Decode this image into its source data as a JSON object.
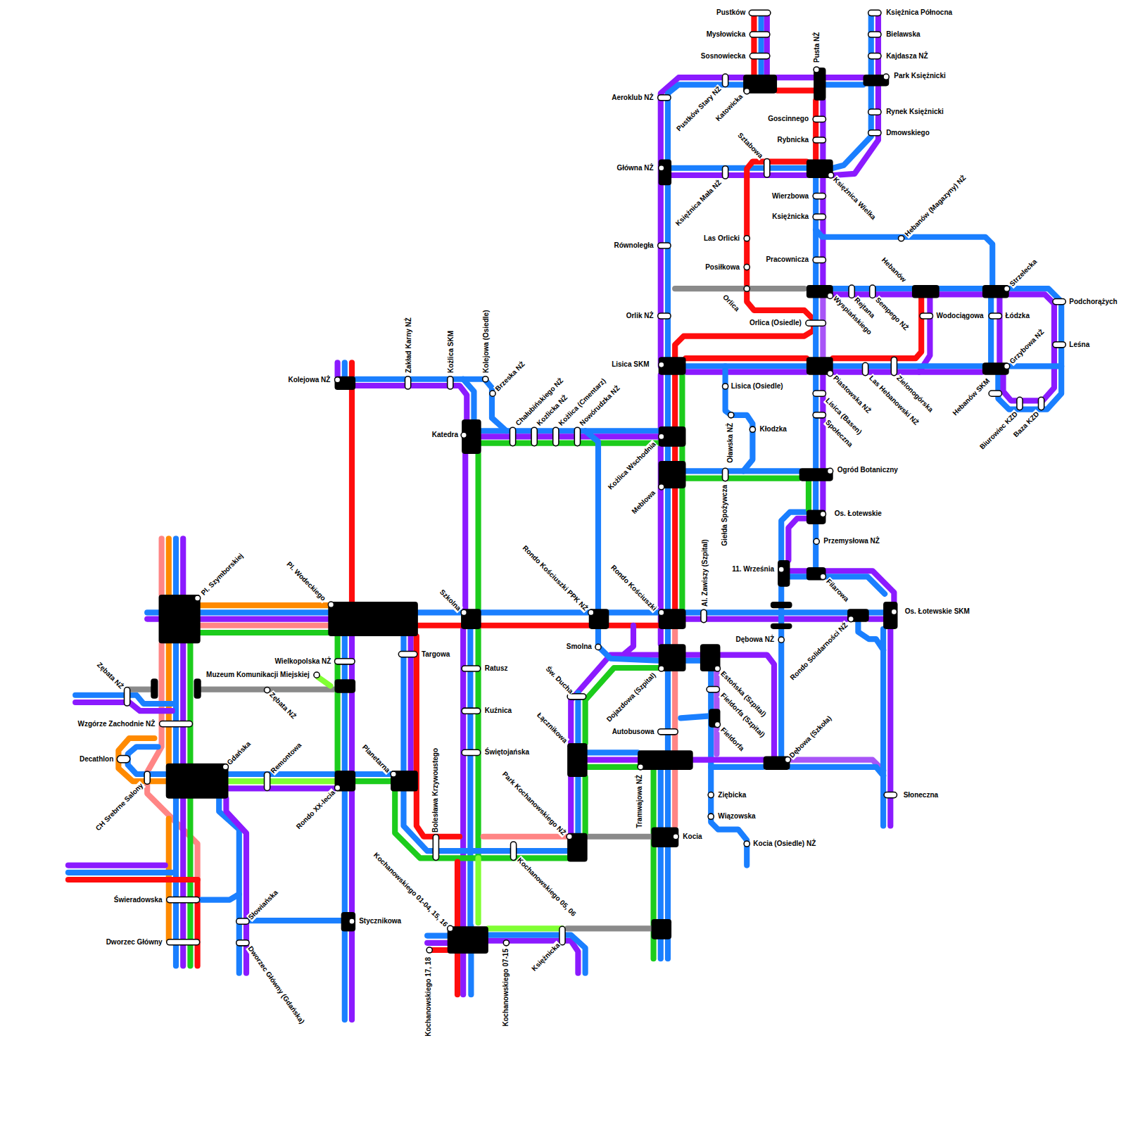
{
  "diagram": {
    "labels": [
      "Pustków",
      "Mysłowicka",
      "Sosnowiecka",
      "Księżnica Północna",
      "Bielawska",
      "Kajdasza NŻ",
      "Park Księżnicki",
      "Pusta NŻ",
      "Aeroklub NŻ",
      "Pustków Stary NŻ",
      "Katowicka",
      "Rynek Księżnicki",
      "Dmowskiego",
      "Goscinnego",
      "Rybnicka",
      "Sztabowa",
      "Główna NŻ",
      "Księżnica Mała NŻ",
      "Księżnica Wielka",
      "Wierzbowa",
      "Księżnicka",
      "Hebanów (Magazyny) NŻ",
      "Las Orlicki",
      "Równoległa",
      "Pracownicza",
      "Posiłkowa",
      "Hebanów",
      "Strzelecka",
      "Podchorążych",
      "Orlica",
      "Wyspiańskiego",
      "Rejtana",
      "Sempego NŻ",
      "Wodociągowa",
      "Łódzka",
      "Orlik NŻ",
      "Orlica (Osiedle)",
      "Leśna",
      "Lisica SKM",
      "Grzybowa NŻ",
      "Piastowska NŻ",
      "Las Hebanowski NŻ",
      "Zielonogórska",
      "Hebanów SKM",
      "Biurowiec KZD",
      "Baza KZD",
      "Lisica (Osiedle)",
      "Lisica (Basen)",
      "Społeczna",
      "Kolejowa NŻ",
      "Zakład Karny NŻ",
      "Kożlica SKM",
      "Kolejowa (Osiedle)",
      "Brzeska NŻ",
      "Chałubińskiego NŻ",
      "Kozlicka NŻ",
      "Kożlica (Cmentarz)",
      "Nowórudzka NŻ",
      "Kłodzka",
      "Katedra",
      "Oławska NŻ",
      "Kożlica Wschodnia",
      "Ogród Botaniczny",
      "Giełda Spożywcza",
      "Meblowa",
      "Os. Łotewskie",
      "Przemysłowa NŻ",
      "11. Września",
      "Filarowa",
      "Pl. Szymborskiej",
      "Pl. Wodeckiego",
      "Szkolna",
      "Rondo Kościuszki PPK NŻ",
      "Rondo Kościuszki",
      "Al. Zawiszy (Szpital)",
      "Os. Łotewskie SKM",
      "Rondo Solidarności NŻ",
      "Dębowa NŻ",
      "Smolna",
      "Targowa",
      "Wielkopolska NŻ",
      "Ratusz",
      "Dojazdowa (Szpital)",
      "Estońska (Szpital)",
      "Muzeum Komunikacji Miejskiej",
      "Zębata NŻ",
      "Zębata NŻ",
      "Fieldorfa (Szpital)",
      "Św. Ducha",
      "Kuźnica",
      "Wzgórze Zachodnie NŻ",
      "Fieldorfa",
      "Autobusowa",
      "Łącznikowa",
      "Świętojańska",
      "Decathlon",
      "Dębowa (Szkoła)",
      "Gdańska",
      "Remontowa",
      "Planetarna",
      "Tramwajowa NŻ",
      "CH Srebrne Salony",
      "Rondo XX-lecia",
      "Ziębicka",
      "Słoneczna",
      "Wiązowska",
      "Bolesława Krzywoustego",
      "Park Kochanowskiego NŻ",
      "Kocia",
      "Kocia (Osiedle) NŻ",
      "Kochanowskiego 05, 06",
      "Kochanowskiego 01-04, 15, 16",
      "Świeradowska",
      "Słowiańska",
      "Stycznikowa",
      "Dworzec Główny",
      "Dworzec Główny (Gdańska)",
      "Kochanowskiego 17, 18",
      "Kochanowskiego 07-15",
      "Księżnicka"
    ]
  }
}
